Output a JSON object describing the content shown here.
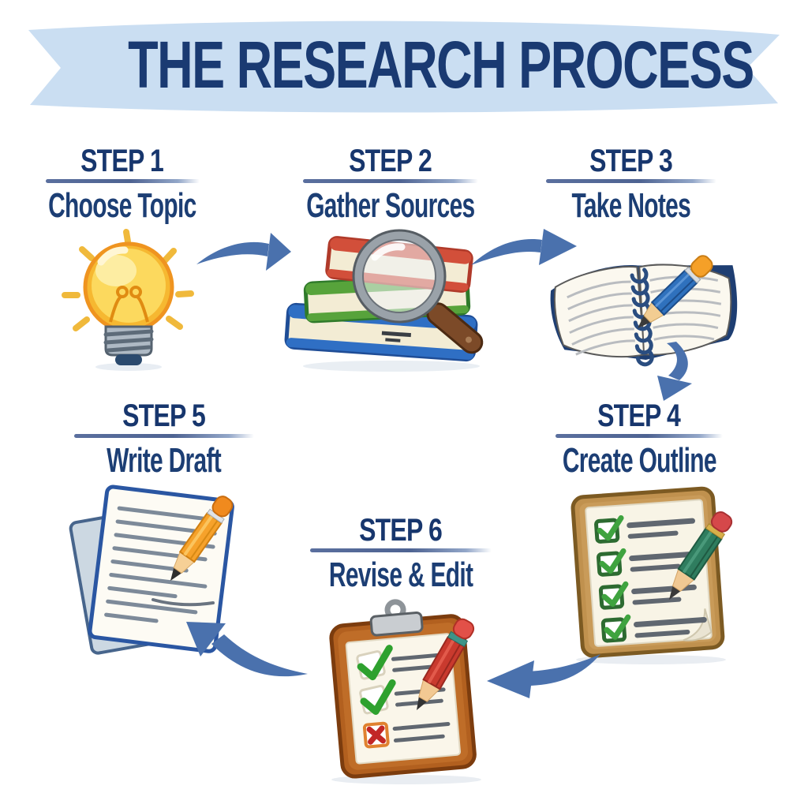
{
  "banner": {
    "title": "THE RESEARCH PROCESS"
  },
  "steps": [
    {
      "id": 1,
      "step_label": "STEP 1",
      "title": "Choose Topic",
      "icon": "lightbulb-icon"
    },
    {
      "id": 2,
      "step_label": "STEP 2",
      "title": "Gather Sources",
      "icon": "books-magnifier-icon"
    },
    {
      "id": 3,
      "step_label": "STEP 3",
      "title": "Take Notes",
      "icon": "notebook-pencil-icon"
    },
    {
      "id": 4,
      "step_label": "STEP 4",
      "title": "Create Outline",
      "icon": "checklist-pencil-icon"
    },
    {
      "id": 5,
      "step_label": "STEP 5",
      "title": "Write Draft",
      "icon": "paper-pencil-icon"
    },
    {
      "id": 6,
      "step_label": "STEP 6",
      "title": "Revise & Edit",
      "icon": "clipboard-pencil-icon"
    }
  ],
  "flow": [
    {
      "from": "STEP 1",
      "to": "STEP 2"
    },
    {
      "from": "STEP 2",
      "to": "STEP 3"
    },
    {
      "from": "STEP 3",
      "to": "STEP 4"
    },
    {
      "from": "STEP 4",
      "to": "STEP 6"
    },
    {
      "from": "STEP 6",
      "to": "STEP 5"
    }
  ],
  "colors": {
    "banner_bg": "#cadef2",
    "heading_navy": "#17366d",
    "underline_slate": "#4e6392",
    "arrow_blue": "#4a71ad"
  }
}
